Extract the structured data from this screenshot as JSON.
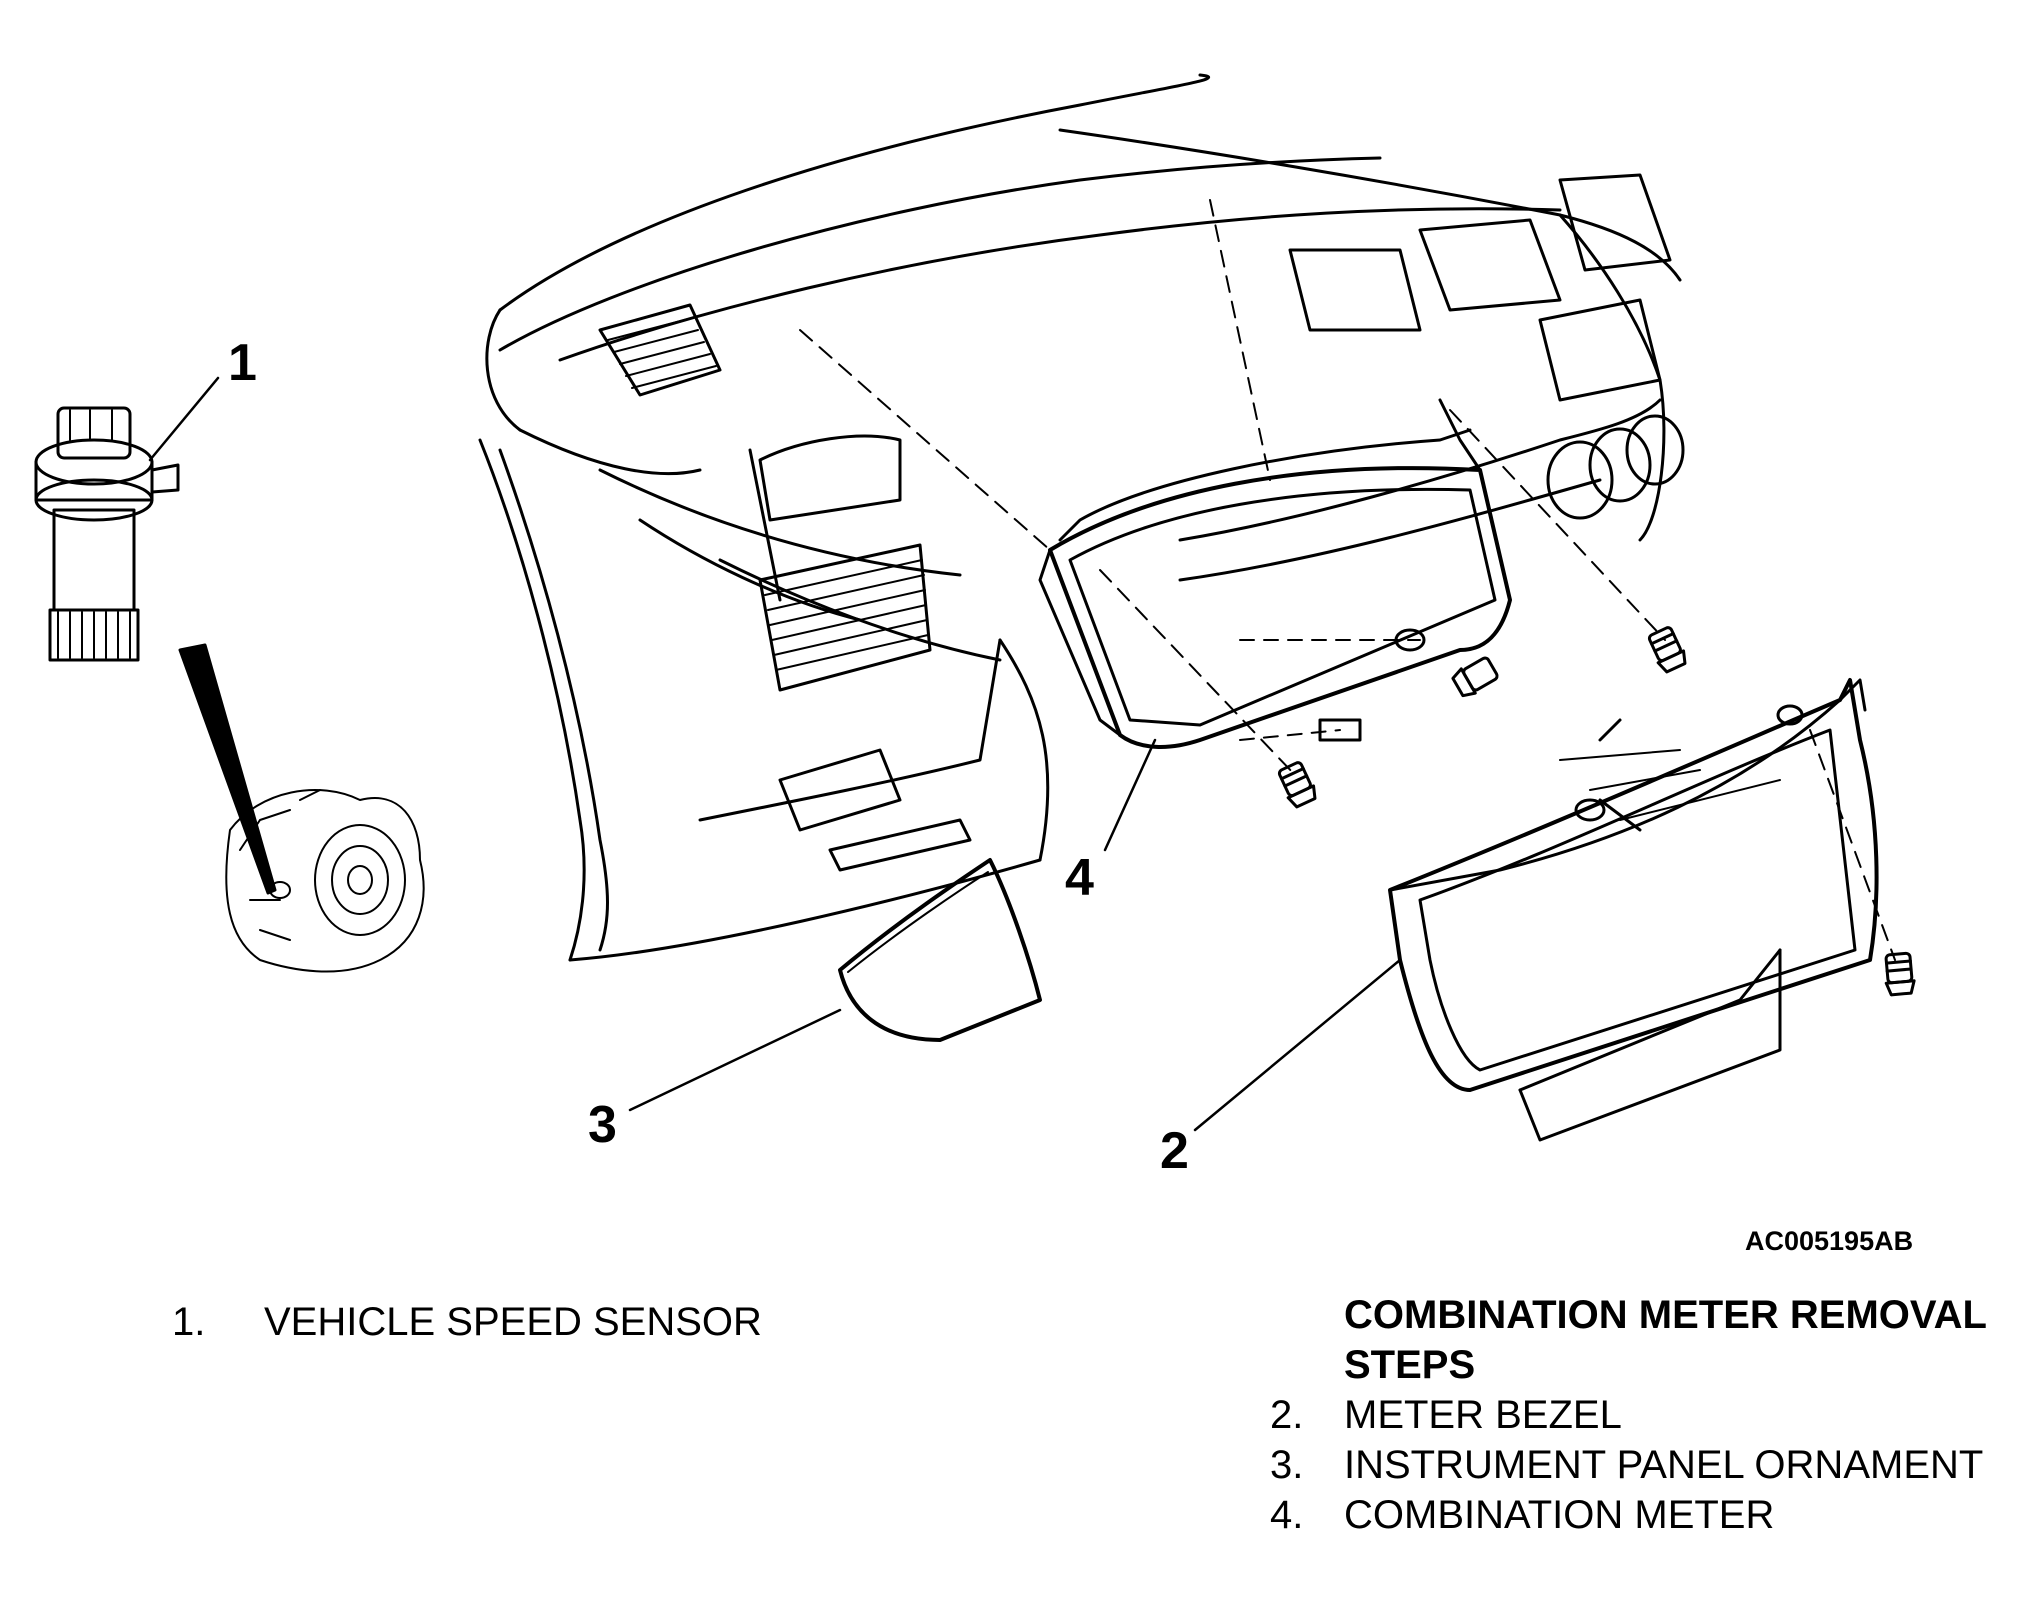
{
  "callouts": {
    "c1": "1",
    "c2": "2",
    "c3": "3",
    "c4": "4"
  },
  "figure_id": "AC005195AB",
  "legend_left": {
    "items": [
      {
        "num": "1.",
        "label": "VEHICLE SPEED SENSOR"
      }
    ]
  },
  "legend_right": {
    "title": "COMBINATION METER REMOVAL STEPS",
    "items": [
      {
        "num": "2.",
        "label": "METER BEZEL"
      },
      {
        "num": "3.",
        "label": "INSTRUMENT PANEL ORNAMENT"
      },
      {
        "num": "4.",
        "label": "COMBINATION METER"
      }
    ]
  }
}
